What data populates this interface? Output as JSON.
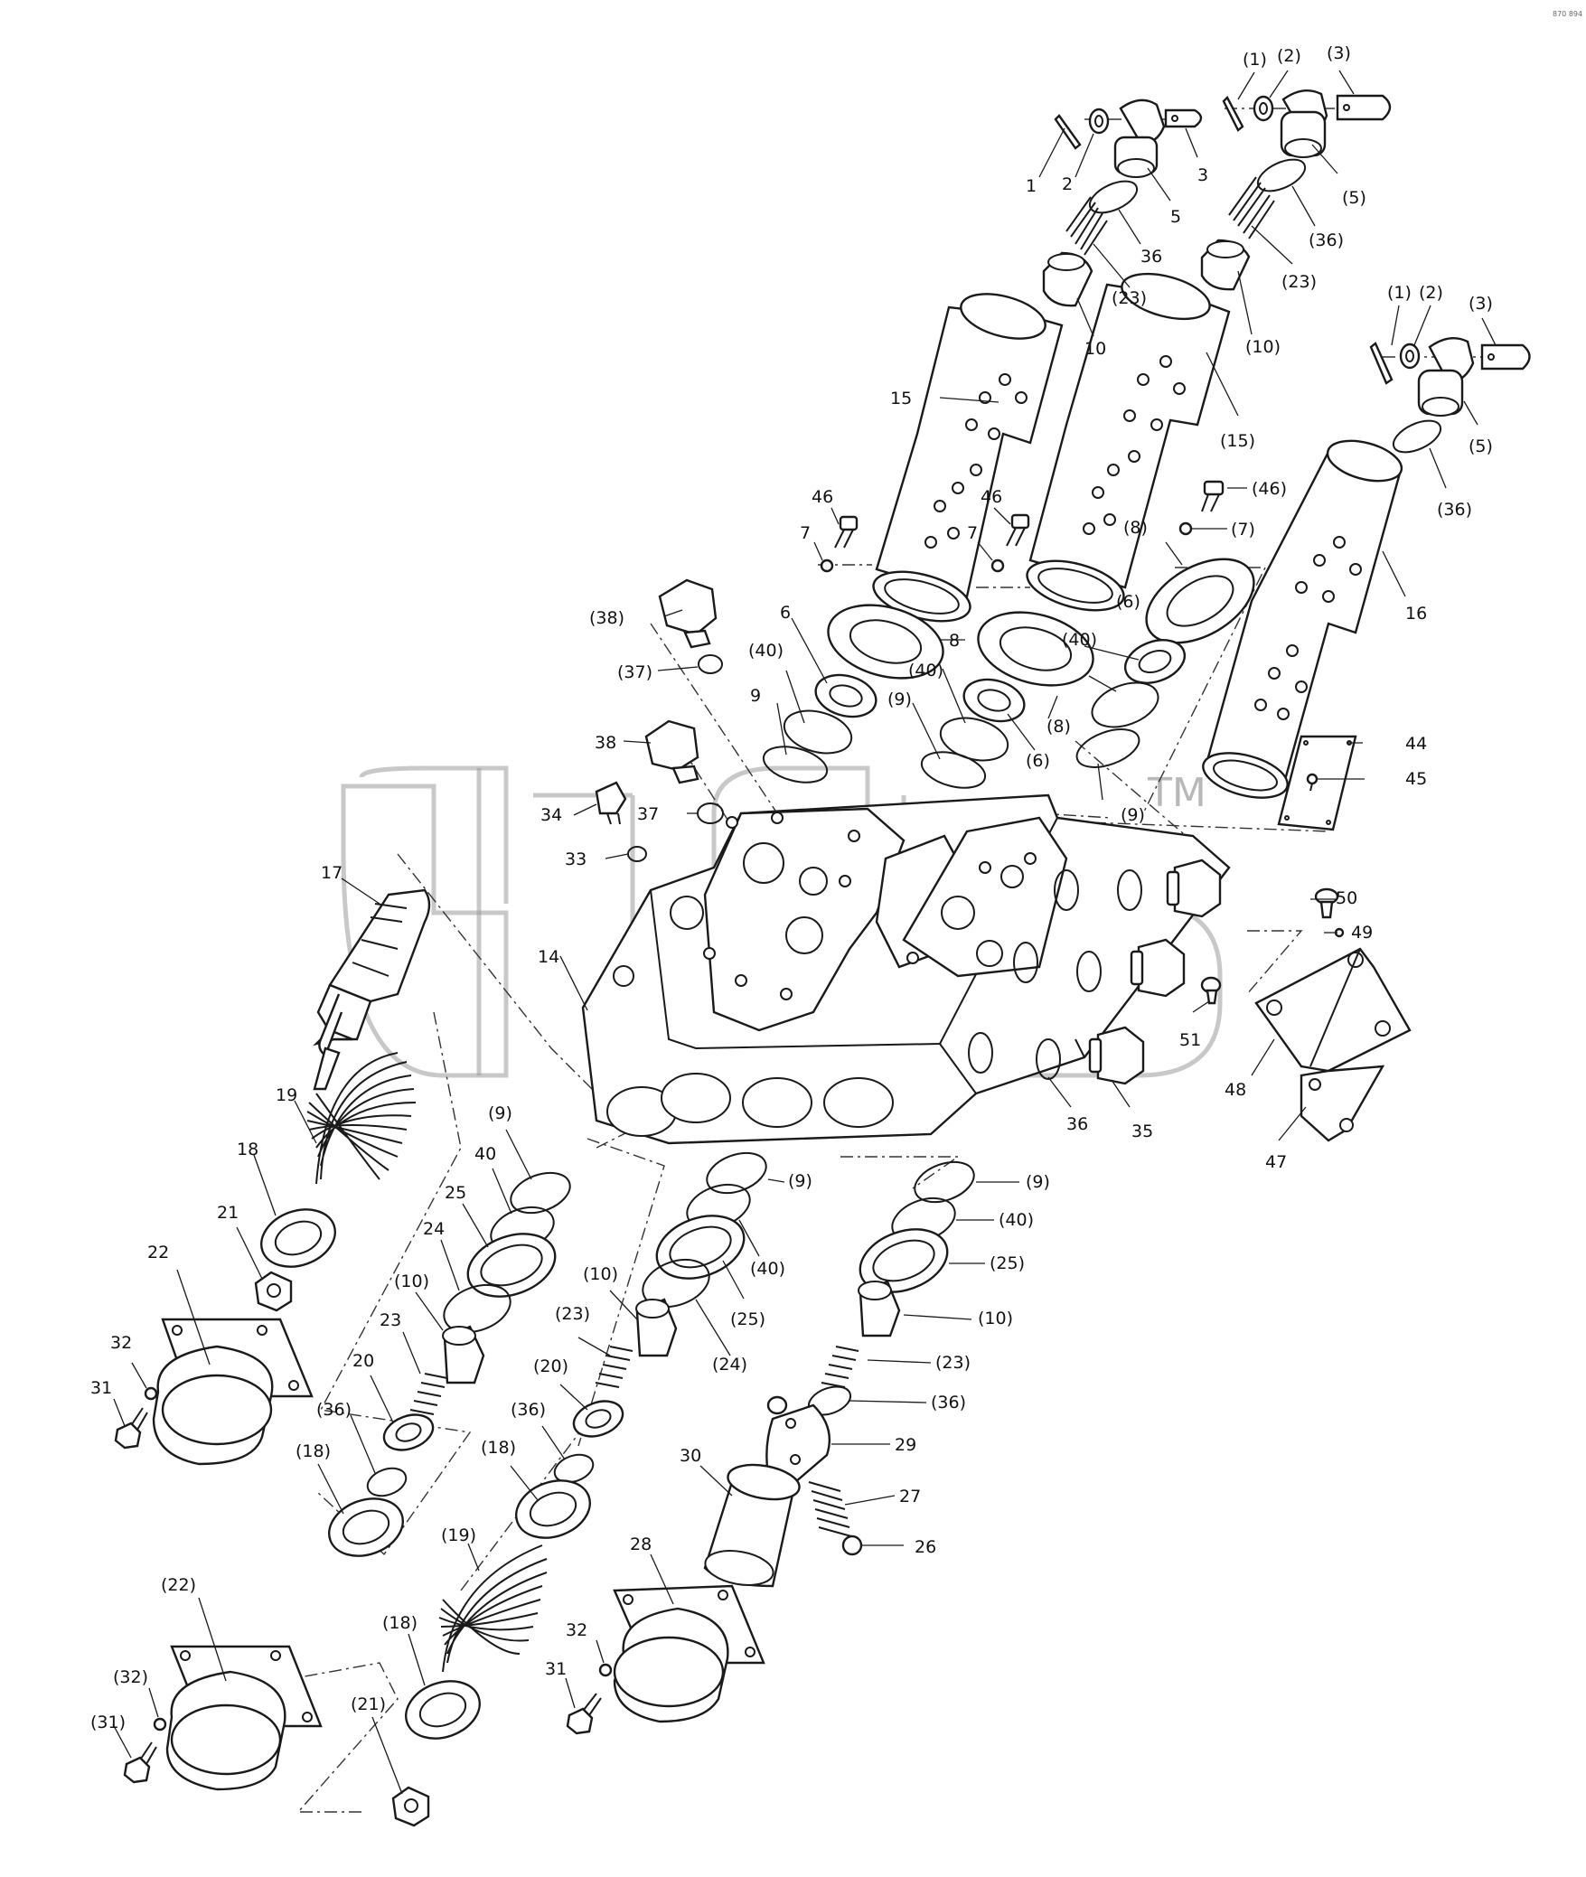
{
  "diagram": {
    "corner_code": "870 894",
    "watermark_tm": "TM",
    "labels": {
      "l1a": "(1)",
      "l2a": "(2)",
      "l3a": "(3)",
      "l1b": "1",
      "l2b": "2",
      "l3b": "3",
      "l5a": "5",
      "l5b": "(5)",
      "l5c": "(5)",
      "l36a": "36",
      "l36b": "(36)",
      "l36c": "(36)",
      "l23a": "(23)",
      "l23b": "(23)",
      "l10a": "10",
      "l10b": "(10)",
      "l15a": "15",
      "l15b": "(15)",
      "l1c": "(1)",
      "l2c": "(2)",
      "l3c": "(3)",
      "l46a": "46",
      "l46b": "46",
      "l46c": "(46)",
      "l7a": "7",
      "l7b": "7",
      "l7c": "(7)",
      "l8a": "8",
      "l8b": "(8)",
      "l8c": "(8)",
      "l16": "16",
      "l38a": "(38)",
      "l37a": "(37)",
      "l6a": "6",
      "l40a": "(40)",
      "l9a": "9",
      "l40b": "(40)",
      "l9b": "(9)",
      "l6b": "(6)",
      "l6c": "(6)",
      "l40c": "(40)",
      "l9c": "(9)",
      "l44": "44",
      "l45": "45",
      "l38b": "38",
      "l37b": "37",
      "l34": "34",
      "l33": "33",
      "l17": "17",
      "l14": "14",
      "l50": "50",
      "l49": "49",
      "l51": "51",
      "l48": "48",
      "l47": "47",
      "l36d": "36",
      "l35": "35",
      "l19a": "19",
      "l18a": "18",
      "l21a": "21",
      "l22a": "22",
      "l9d": "(9)",
      "l40d": "40",
      "l25a": "25",
      "l24a": "24",
      "l10c": "(10)",
      "l23c": "23",
      "l20a": "20",
      "l32a": "32",
      "l31a": "31",
      "l36e": "(36)",
      "l18b": "(18)",
      "l9e": "(9)",
      "l40e": "(40)",
      "l25b": "(25)",
      "l24b": "(24)",
      "l10d": "(10)",
      "l23d": "(23)",
      "l20b": "(20)",
      "l36f": "(36)",
      "l18c": "(18)",
      "l9f": "(9)",
      "l40f": "(40)",
      "l25c": "(25)",
      "l10e": "(10)",
      "l23e": "(23)",
      "l36g": "(36)",
      "l29": "29",
      "l27": "27",
      "l26": "26",
      "l30": "30",
      "l19b": "(19)",
      "l28": "28",
      "l32b": "32",
      "l31b": "31",
      "l22b": "(22)",
      "l18d": "(18)",
      "l21b": "(21)",
      "l32c": "(32)",
      "l31c": "(31)"
    }
  }
}
